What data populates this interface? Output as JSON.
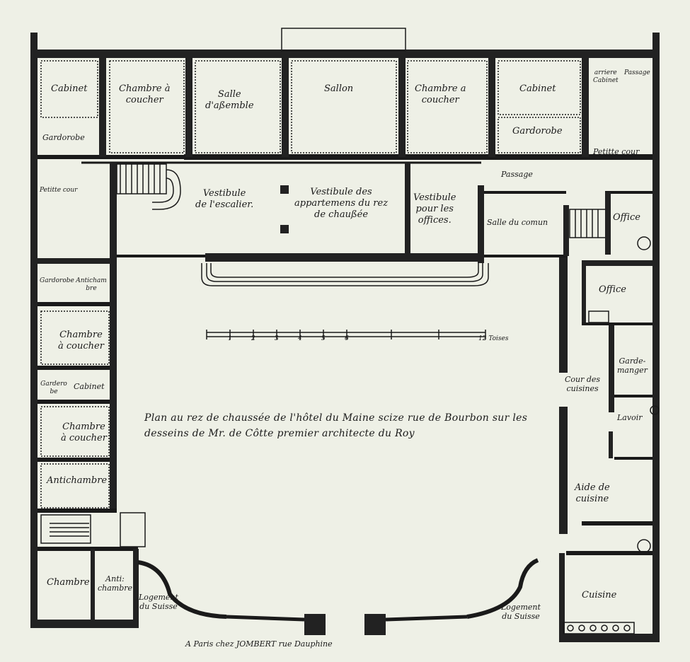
{
  "rooms": {
    "cabinet_left": "Cabinet",
    "garderobe_top_left": "Gardorobe",
    "chambre_top_left": "Chambre à\ncoucher",
    "salle_assemble": "Salle\nd'aßemble",
    "sallon": "Sallon",
    "chambre_top_right": "Chambre a\ncoucher",
    "cabinet_right": "Cabinet",
    "arriere_cabinet": "arriere\nCabinet",
    "passage_top": "Passage",
    "garderobe_right": "Gardorobe",
    "petite_cour_right": "Petitte cour",
    "passage_mid": "Passage",
    "petite_cour_left": "Petitte cour",
    "vestibule_escalier": "Vestibule\nde l'escalier.",
    "vestibule_appartemens": "Vestibule des\nappartemens du rez\nde chaußée",
    "vestibule_offices": "Vestibule\npour les\noffices.",
    "salle_comun": "Salle du comun",
    "office_top": "Office",
    "office_mid": "Office",
    "gardorobe_left": "Gardorobe",
    "antichambre_small": "Antichambre",
    "chambre_left_1": "Chambre\nà coucher",
    "garderobe_left_2": "Garderobe",
    "cabinet_left_2": "Cabinet",
    "chambre_left_2": "Chambre\nà coucher",
    "antichambre_left": "Antichambre",
    "chambre_bottom": "Chambre",
    "antichambre_bottom": "Anti:\nchambre",
    "logement_suisse_left": "Logement\ndu Suisse",
    "logement_suisse_right": "Logement\ndu Suisse",
    "cour_cuisines": "Cour des\ncuisines",
    "garde_manger": "Garde-\nmanger",
    "lavoir": "Lavoir",
    "aide_cuisine": "Aide de\ncuisine",
    "cuisine": "Cuisine"
  },
  "scale": {
    "numbers": [
      "1",
      "2",
      "3",
      "4",
      "5",
      "6"
    ],
    "end_label": "12 Toises"
  },
  "caption": {
    "line1": "Plan au rez de chaussée de l'hôtel du Maine scize rue de Bourbon sur les",
    "line2": "desseins de Mr. de Côtte premier architecte du Roy"
  },
  "imprint": "A Paris chez JOMBERT rue Dauphine",
  "colors": {
    "paper": "#eef0e6",
    "ink": "#1a1a1a",
    "wall_fill": "#222222"
  }
}
